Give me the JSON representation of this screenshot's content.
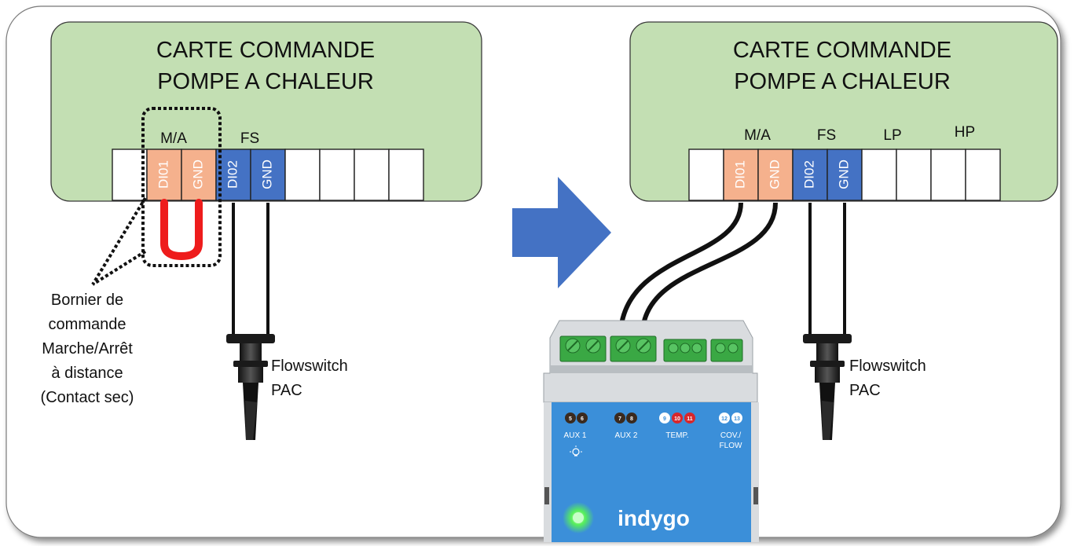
{
  "colors": {
    "board_fill": "#c3dfb3",
    "board_stroke": "#3a3a3a",
    "terminal_orange": "#f5b18d",
    "terminal_blue": "#4472c4",
    "jumper": "#ee1c1c",
    "arrow": "#4472c4",
    "device_body": "#3b8fd9",
    "device_top": "#d9dcdf",
    "connector_green": "#3aa844",
    "led_green": "#57f05a"
  },
  "left_panel": {
    "board_title_line1": "CARTE COMMANDE",
    "board_title_line2": "POMPE A CHALEUR",
    "label_ma": "M/A",
    "label_fs": "FS",
    "terminals": [
      "",
      "DI01",
      "GND",
      "DI02",
      "GND",
      "",
      "",
      "",
      ""
    ],
    "bornier_caption": [
      "Bornier de",
      "commande",
      "Marche/Arrêt",
      "à distance",
      "(Contact sec)"
    ],
    "flowswitch_line1": "Flowswitch",
    "flowswitch_line2": "PAC"
  },
  "right_panel": {
    "board_title_line1": "CARTE COMMANDE",
    "board_title_line2": "POMPE A CHALEUR",
    "label_ma": "M/A",
    "label_fs": "FS",
    "label_lp": "LP",
    "label_hp": "HP",
    "terminals": [
      "",
      "DI01",
      "GND",
      "DI02",
      "GND",
      "",
      "",
      "",
      ""
    ],
    "flowswitch_line1": "Flowswitch",
    "flowswitch_line2": "PAC"
  },
  "device": {
    "brand": "indygo",
    "groups": [
      {
        "numbers": [
          "5",
          "6"
        ],
        "label": "AUX 1"
      },
      {
        "numbers": [
          "7",
          "8"
        ],
        "label": "AUX 2"
      },
      {
        "numbers": [
          "9",
          "10",
          "11"
        ],
        "label": "TEMP."
      },
      {
        "numbers": [
          "12",
          "13"
        ],
        "label": "COV./",
        "label2": "FLOW"
      }
    ]
  }
}
